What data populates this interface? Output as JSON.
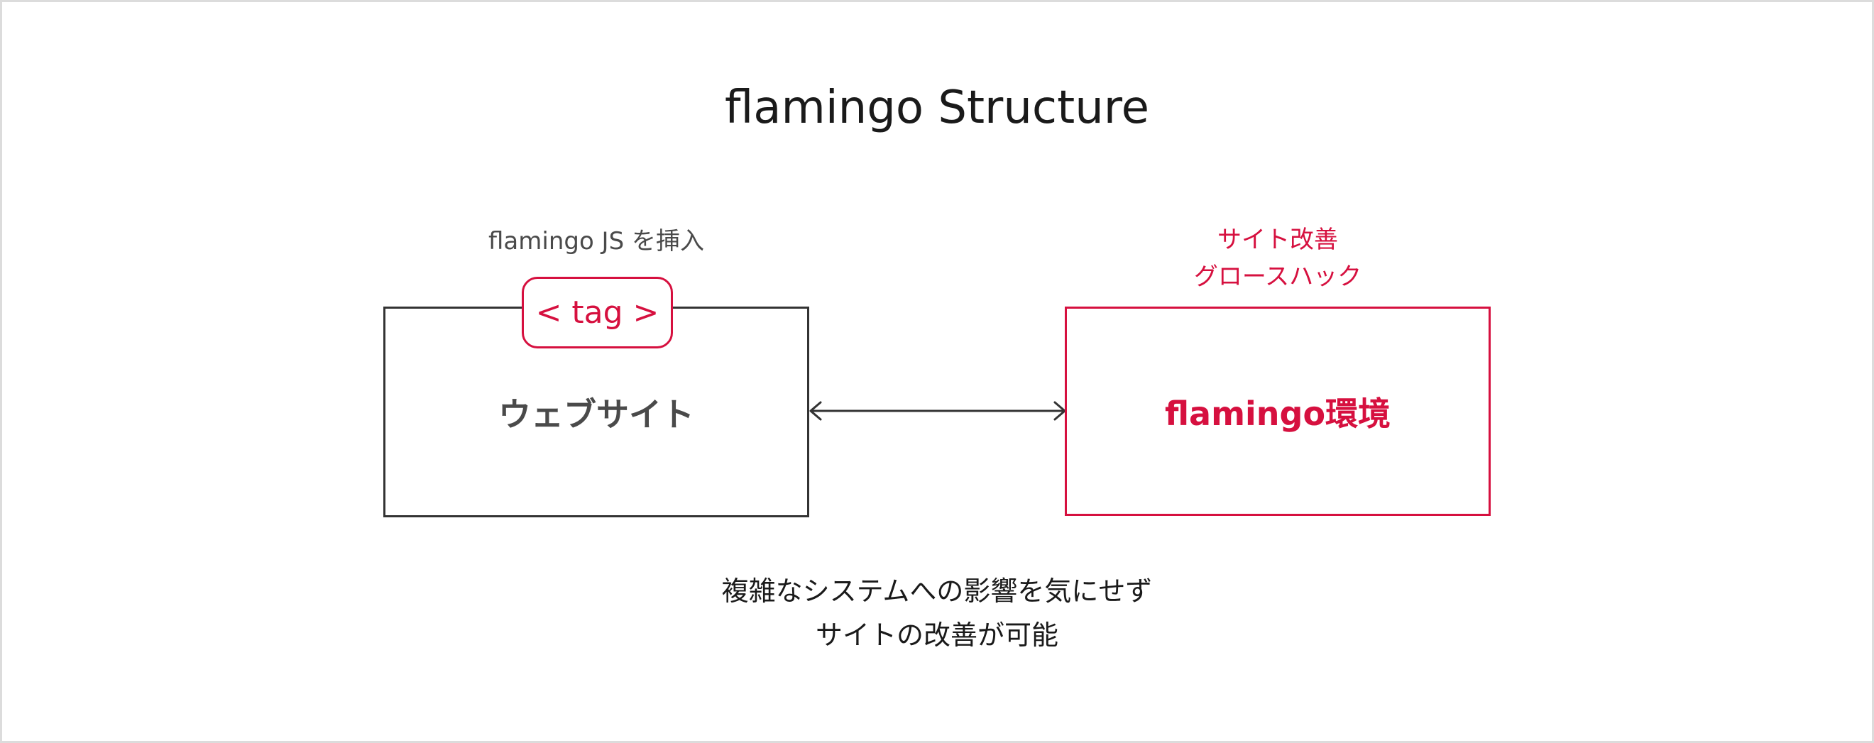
{
  "title": "flamingo Structure",
  "left_caption": "flamingo JS を挿入",
  "tag_label": "< tag >",
  "left_box_label": "ウェブサイト",
  "right_caption": {
    "line1": "サイト改善",
    "line2": "グロースハック"
  },
  "right_box_label": "flamingo環境",
  "footer": {
    "line1": "複雑なシステムへの影響を気にせず",
    "line2": "サイトの改善が可能"
  },
  "colors": {
    "accent": "#d6103f",
    "text_dark": "#1a1a1a",
    "text_gray": "#4a4a4a",
    "border_dark": "#333333"
  },
  "icons": {
    "connector": "bidirectional-arrow"
  }
}
